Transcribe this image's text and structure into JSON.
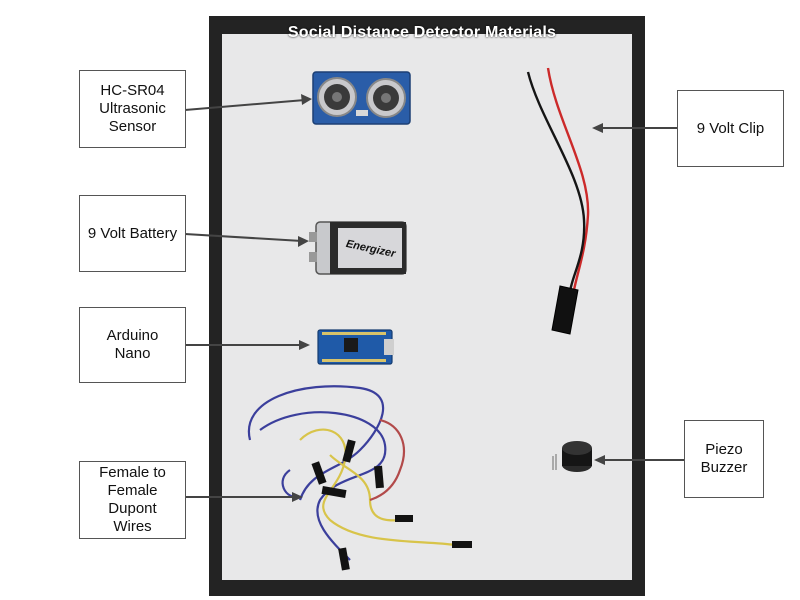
{
  "title": "Social Distance Detector Materials",
  "labels": {
    "ultrasonic": "HC-SR04\nUltrasonic\nSensor",
    "battery": "9 Volt Battery",
    "arduino": "Arduino\nNano",
    "wires": "Female to\nFemale\nDupont\nWires",
    "clip": "9 Volt Clip",
    "buzzer": "Piezo\nBuzzer"
  },
  "colors": {
    "board_background": "#222222",
    "paper": "#e9e9ea",
    "arrow": "#444444"
  }
}
